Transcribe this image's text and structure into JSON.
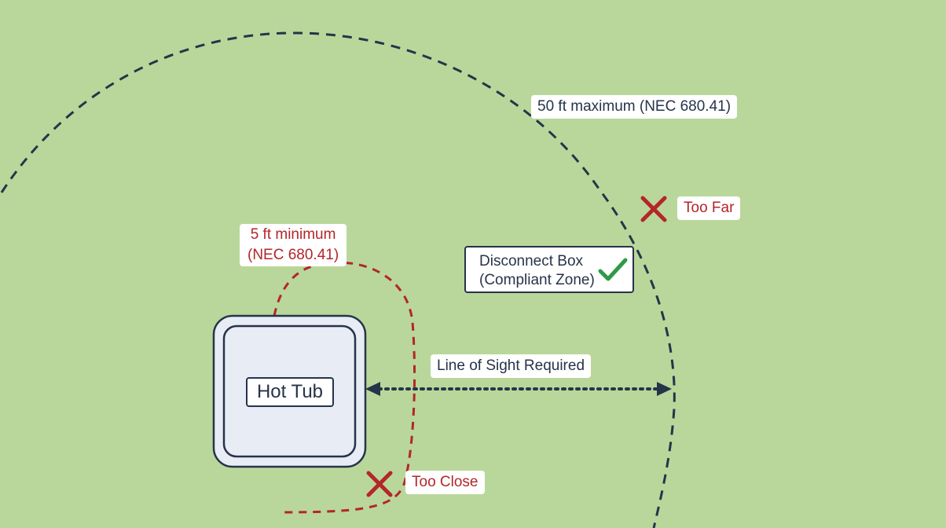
{
  "labels": {
    "max_distance": "50 ft maximum (NEC 680.41)",
    "too_far": "Too Far",
    "min_distance_line1": "5 ft minimum",
    "min_distance_line2": "(NEC 680.41)",
    "disconnect_line1": "Disconnect Box",
    "disconnect_line2": "(Compliant Zone)",
    "line_of_sight": "Line of Sight Required",
    "hot_tub": "Hot Tub",
    "too_close": "Too Close"
  },
  "colors": {
    "background": "#b9d79a",
    "boundary_max": "#26344a",
    "boundary_min": "#b3262a",
    "check": "#2e9a48",
    "cross": "#b3262a"
  },
  "icons": {
    "compliant": "check-icon",
    "non_compliant": "x-icon"
  }
}
